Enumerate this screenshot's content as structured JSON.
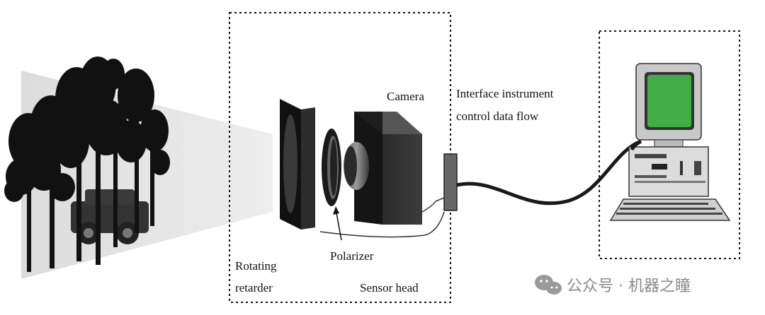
{
  "labels": {
    "camera": "Camera",
    "interface_line1": "Interface instrument",
    "interface_line2": "control data flow",
    "polarizer": "Polarizer",
    "rotating_line1": "Rotating",
    "rotating_line2": "retarder",
    "sensor_head": "Sensor head"
  },
  "watermark": {
    "text": "公众号 · 机器之瞳",
    "icon": "wechat-icon"
  },
  "colors": {
    "screen": "#3fae43",
    "device_dark": "#1c1c1c",
    "cable": "#222222",
    "computer_body": "#dcdcdc"
  }
}
